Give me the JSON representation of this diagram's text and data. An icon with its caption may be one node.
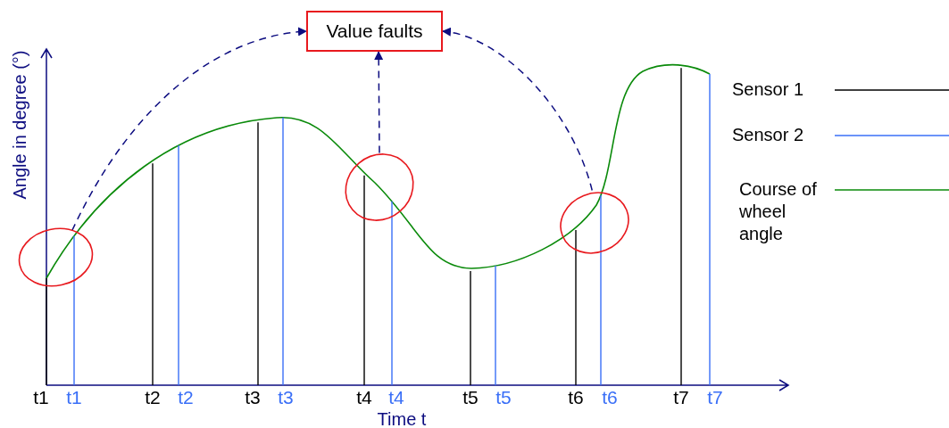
{
  "diagram": {
    "nodes": [
      {
        "text": [
          "Value faults"
        ]
      },
      {
        "text": [],
        "shape": "circle"
      },
      {
        "text": [],
        "shape": "circle"
      },
      {
        "text": [],
        "shape": "circle"
      }
    ],
    "edges": [
      {
        "from": 1,
        "to": 0,
        "arrow": "to",
        "style": "dashed"
      },
      {
        "from": 2,
        "to": 0,
        "arrow": "to",
        "style": "dashed"
      },
      {
        "from": 3,
        "to": 0,
        "arrow": "to",
        "style": "dashed"
      }
    ],
    "labels": [
      "Angle in degree (°)",
      "t1",
      "t1",
      "t2",
      "t2",
      "t3",
      "t3",
      "t4",
      "t4",
      "t5",
      "t5",
      "t6",
      "t6",
      "t7",
      "t7",
      "Time t"
    ],
    "legend": [
      {
        "text": "Sensor 1"
      },
      {
        "text": "Sensor 2"
      },
      {
        "text": "Course of wheel angle"
      }
    ]
  }
}
